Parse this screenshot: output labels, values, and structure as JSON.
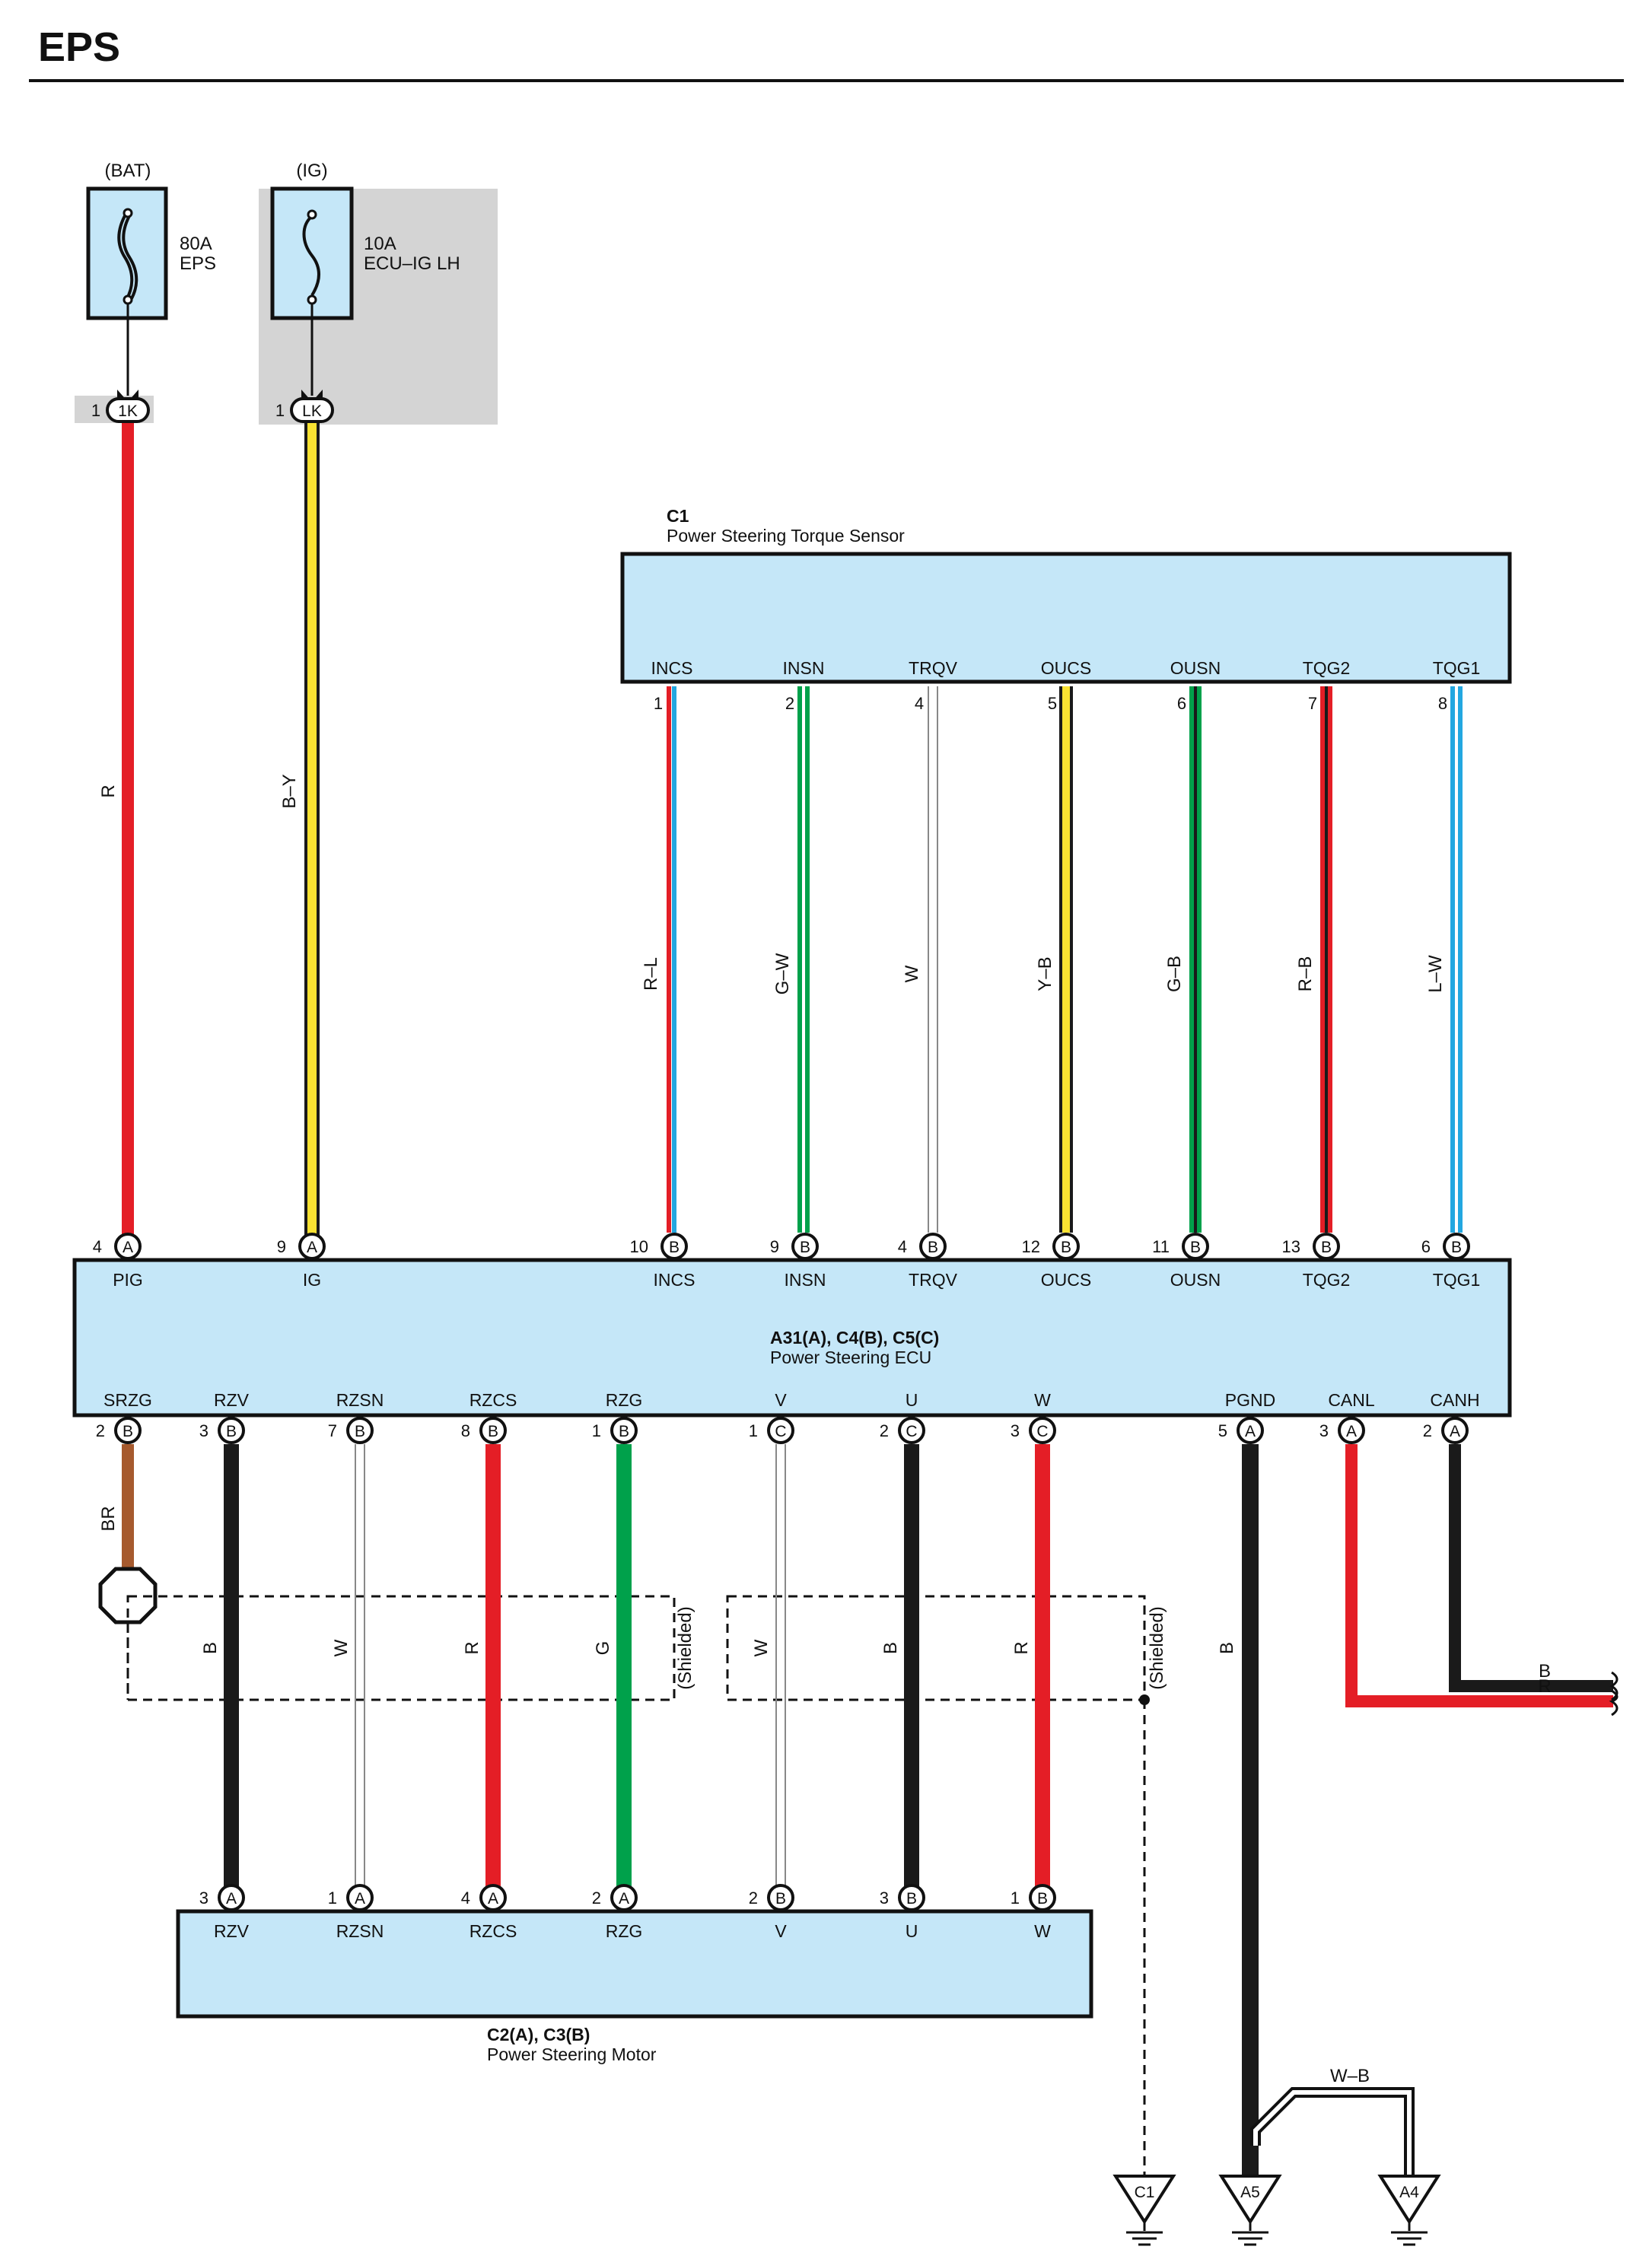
{
  "page": {
    "title": "EPS"
  },
  "power": {
    "bat": {
      "label": "(BAT)",
      "fuse_amp": "80A",
      "fuse_name": "EPS",
      "pin": "1",
      "connector": "1K"
    },
    "ig": {
      "label": "(IG)",
      "fuse_amp": "10A",
      "fuse_name": "ECU–IG LH",
      "pin": "1",
      "connector": "LK"
    }
  },
  "sensor": {
    "id": "C1",
    "name": "Power Steering Torque Sensor",
    "pins": [
      {
        "name": "INCS",
        "num": "1",
        "color": "R–L"
      },
      {
        "name": "INSN",
        "num": "2",
        "color": "G–W"
      },
      {
        "name": "TRQV",
        "num": "4",
        "color": "W"
      },
      {
        "name": "OUCS",
        "num": "5",
        "color": "Y–B"
      },
      {
        "name": "OUSN",
        "num": "6",
        "color": "G–B"
      },
      {
        "name": "TQG2",
        "num": "7",
        "color": "R–B"
      },
      {
        "name": "TQG1",
        "num": "8",
        "color": "L–W"
      }
    ]
  },
  "ecu": {
    "id": "A31(A), C4(B), C5(C)",
    "name": "Power Steering ECU",
    "top_pins": [
      {
        "name": "PIG",
        "num": "4",
        "conn": "A",
        "wire": "R"
      },
      {
        "name": "IG",
        "num": "9",
        "conn": "A",
        "wire": "B–Y"
      },
      {
        "name": "INCS",
        "num": "10",
        "conn": "B"
      },
      {
        "name": "INSN",
        "num": "9",
        "conn": "B"
      },
      {
        "name": "TRQV",
        "num": "4",
        "conn": "B"
      },
      {
        "name": "OUCS",
        "num": "12",
        "conn": "B"
      },
      {
        "name": "OUSN",
        "num": "11",
        "conn": "B"
      },
      {
        "name": "TQG2",
        "num": "13",
        "conn": "B"
      },
      {
        "name": "TQG1",
        "num": "6",
        "conn": "B"
      }
    ],
    "bottom_pins": [
      {
        "name": "SRZG",
        "num": "2",
        "conn": "B",
        "wire": "BR"
      },
      {
        "name": "RZV",
        "num": "3",
        "conn": "B",
        "wire": "B"
      },
      {
        "name": "RZSN",
        "num": "7",
        "conn": "B",
        "wire": "W"
      },
      {
        "name": "RZCS",
        "num": "8",
        "conn": "B",
        "wire": "R"
      },
      {
        "name": "RZG",
        "num": "1",
        "conn": "B",
        "wire": "G"
      },
      {
        "name": "V",
        "num": "1",
        "conn": "C",
        "wire": "W"
      },
      {
        "name": "U",
        "num": "2",
        "conn": "C",
        "wire": "B"
      },
      {
        "name": "W",
        "num": "3",
        "conn": "C",
        "wire": "R"
      },
      {
        "name": "PGND",
        "num": "5",
        "conn": "A",
        "wire": "B"
      },
      {
        "name": "CANL",
        "num": "3",
        "conn": "A",
        "wire": "R"
      },
      {
        "name": "CANH",
        "num": "2",
        "conn": "A",
        "wire": "B"
      }
    ]
  },
  "motor": {
    "id": "C2(A), C3(B)",
    "name": "Power Steering Motor",
    "pins": [
      {
        "name": "RZV",
        "num": "3",
        "conn": "A"
      },
      {
        "name": "RZSN",
        "num": "1",
        "conn": "A"
      },
      {
        "name": "RZCS",
        "num": "4",
        "conn": "A"
      },
      {
        "name": "RZG",
        "num": "2",
        "conn": "A"
      },
      {
        "name": "V",
        "num": "2",
        "conn": "B"
      },
      {
        "name": "U",
        "num": "3",
        "conn": "B"
      },
      {
        "name": "W",
        "num": "1",
        "conn": "B"
      }
    ]
  },
  "shield_label": "(Shielded)",
  "can_wires": {
    "canh_color": "B",
    "canl_color": "R"
  },
  "grounds": {
    "c1": "C1",
    "a5": "A5",
    "a4": "A4",
    "a4_wire": "W–B"
  },
  "colors": {
    "component_fill": "#c5e7f8",
    "relay_box_fill": "#d4d4d4",
    "red": "#e41e26",
    "yellow": "#f9e232",
    "green": "#00a14b",
    "blue": "#23a7e0",
    "brown": "#a65a2e",
    "black": "#1a1a1a"
  }
}
